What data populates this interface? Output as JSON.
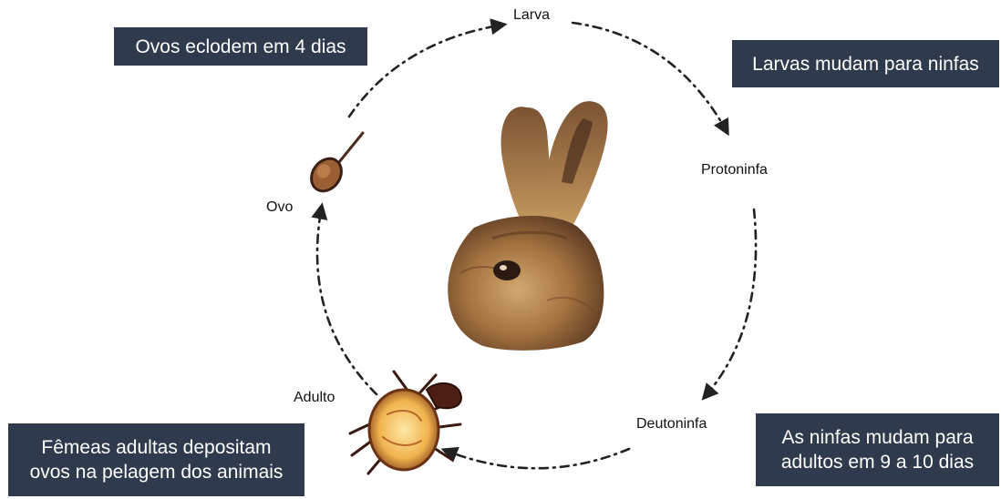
{
  "stages": {
    "larva": "Larva",
    "protoninfa": "Protoninfa",
    "deutoninfa": "Deutoninfa",
    "adulto": "Adulto",
    "ovo": "Ovo"
  },
  "notes": {
    "eggs_hatch": "Ovos eclodem em 4 dias",
    "larvae_molt": "Larvas mudam para ninfas",
    "nymphs_molt": "As ninfas mudam para\nadultos em 9 a 10 dias",
    "females_lay": "Fêmeas adultas depositam\novos na pelagem dos animais"
  },
  "icons": {
    "host": "rabbit-head",
    "egg": "mite-egg",
    "adult": "mite"
  },
  "colors": {
    "note_background": "#2f3b4d",
    "note_text": "#ffffff",
    "arrow": "#222222"
  }
}
